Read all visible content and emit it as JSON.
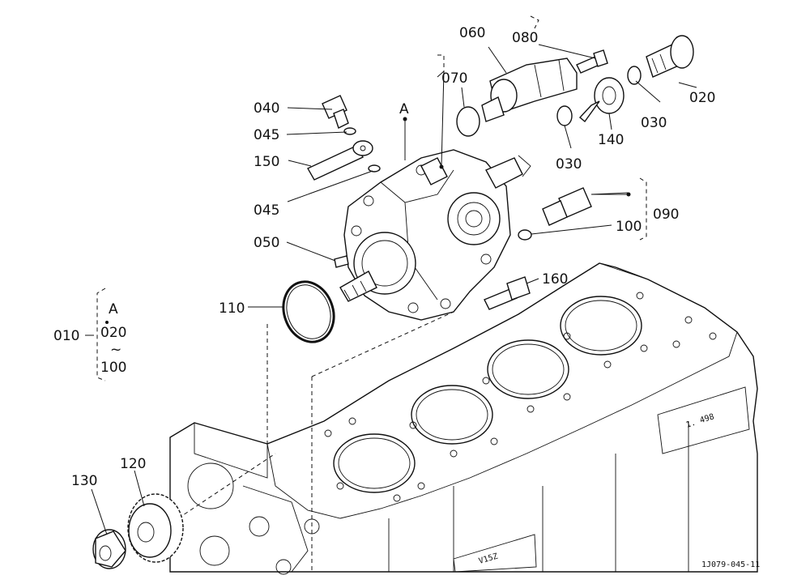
{
  "callouts": {
    "c060": "060",
    "c080": "080",
    "c070": "070",
    "c020": "020",
    "c030a": "030",
    "c030b": "030",
    "c140": "140",
    "c040": "040",
    "cA": "A",
    "c045a": "045",
    "c150": "150",
    "c045b": "045",
    "c090": "090",
    "c100": "100",
    "c050": "050",
    "c160": "160",
    "c110": "110",
    "c010": "010",
    "g_A": "A",
    "g_020": "020",
    "g_tilde": "~",
    "g_100": "100",
    "c120": "120",
    "c130": "130"
  },
  "engine_marks": {
    "label_right": "1. 498",
    "label_left": "V15Z"
  },
  "figure_code": "1J079-045-11"
}
